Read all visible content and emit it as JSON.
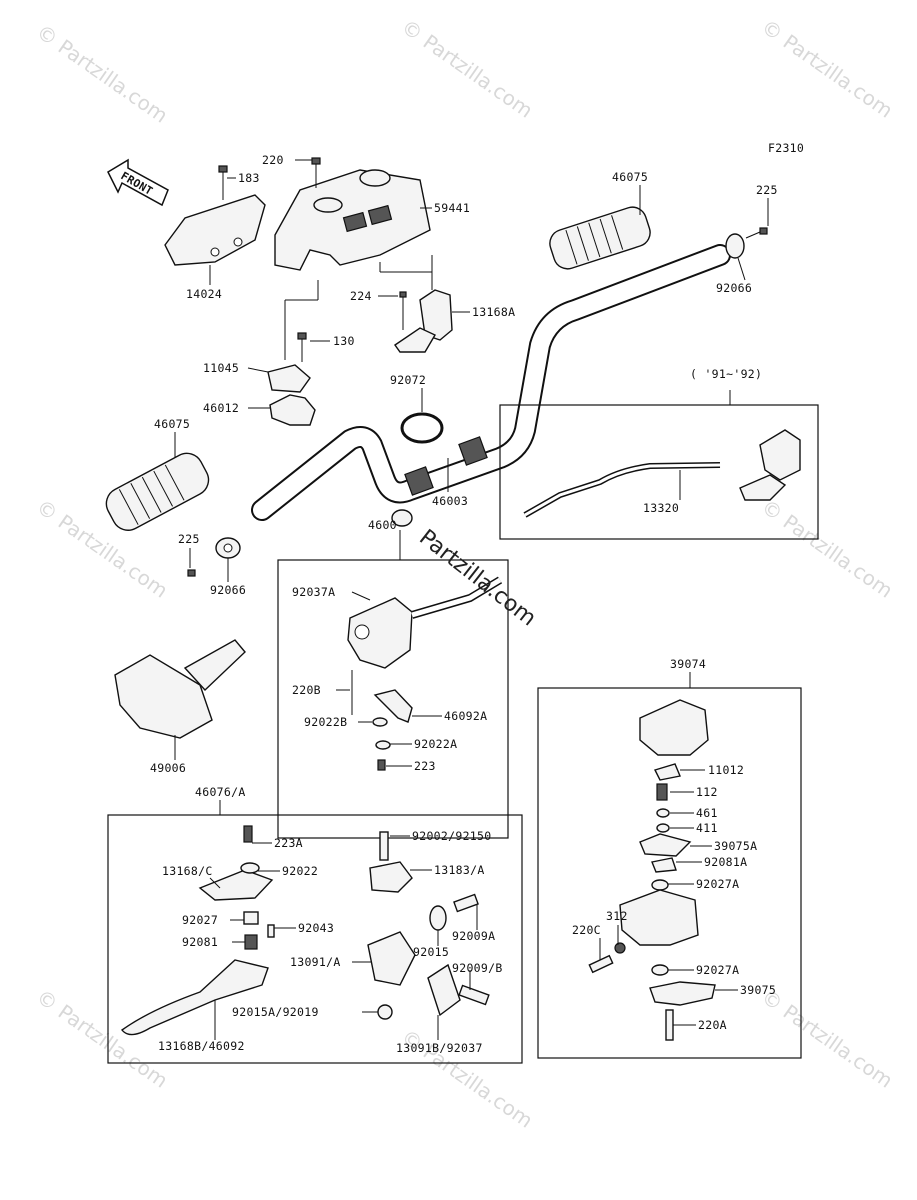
{
  "watermark": "© Partzilla.com",
  "center_watermark": "Partzilla.com",
  "figure_code": "F2310",
  "front_label": "FRONT",
  "labels": {
    "p183": "183",
    "p220": "220",
    "p59441": "59441",
    "p14024": "14024",
    "p224": "224",
    "p13168A": "13168A",
    "p130": "130",
    "p11045": "11045",
    "p46012": "46012",
    "p46075_top": "46075",
    "p225_top": "225",
    "p92066_top": "92066",
    "p92072": "92072",
    "p46075_left": "46075",
    "p46003": "46003",
    "p225_left": "225",
    "p92066_left": "92066",
    "p4600x": "4600",
    "p91_92": "( '91~'92)",
    "p13320": "13320",
    "p92037A": "92037A",
    "p220B": "220B",
    "p92022B": "92022B",
    "p46092A": "46092A",
    "p92022A": "92022A",
    "p223": "223",
    "p49006": "49006",
    "p46076A": "46076/A",
    "p39074": "39074",
    "p223A": "223A",
    "p13168C": "13168/C",
    "p92022": "92022",
    "p92027": "92027",
    "p92043": "92043",
    "p92081": "92081",
    "p92002": "92002/92150",
    "p13183A": "13183/A",
    "p92009A": "92009A",
    "p92015": "92015",
    "p13091A": "13091/A",
    "p92009B": "92009/B",
    "p92015A": "92015A/92019",
    "p13168B": "13168B/46092",
    "p13091B": "13091B/92037",
    "p11012": "11012",
    "p112": "112",
    "p461": "461",
    "p411": "411",
    "p39075A": "39075A",
    "p92081A": "92081A",
    "p92027A_1": "92027A",
    "p220C": "220C",
    "p312": "312",
    "p92027A_2": "92027A",
    "p39075": "39075",
    "p220A": "220A"
  }
}
